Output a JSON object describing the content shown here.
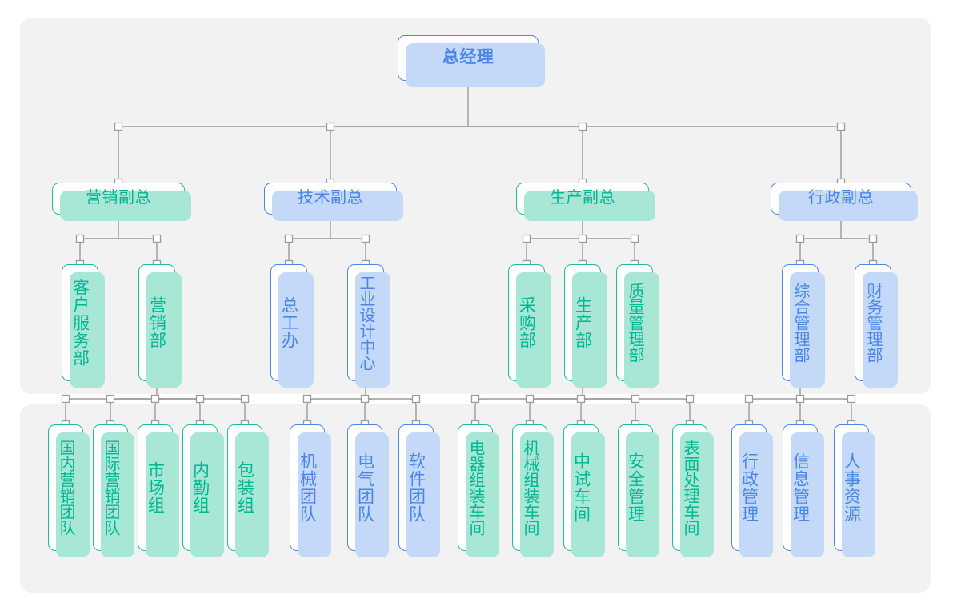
{
  "chart_data": {
    "type": "diagram",
    "diagram_kind": "organization-chart",
    "title": "",
    "orientation": "top-down",
    "colors": {
      "green_border": "#1abc9c",
      "green_text": "#00b894",
      "green_shadow": "#a8e6d5",
      "blue_border": "#4a86e8",
      "blue_text": "#4a86e8",
      "blue_shadow": "#c3d9f7",
      "panel_background": "#f2f2f3",
      "connector": "#9a9a9a",
      "node_fill": "#ffffff"
    },
    "levels": 4,
    "node_count": 28
  },
  "root": {
    "id": "n0",
    "label": "总经理",
    "color": "blue"
  },
  "branches": [
    {
      "id": "b1",
      "label": "营销副总",
      "color": "green",
      "departments": [
        {
          "id": "d1",
          "label": "客户服务部",
          "color": "green"
        },
        {
          "id": "d2",
          "label": "营销部",
          "color": "green"
        }
      ],
      "teams": [
        {
          "id": "t1",
          "label": "国内营销团队",
          "color": "green"
        },
        {
          "id": "t2",
          "label": "国际营销团队",
          "color": "green"
        },
        {
          "id": "t3",
          "label": "市场组",
          "color": "green"
        },
        {
          "id": "t4",
          "label": "内勤组",
          "color": "green"
        },
        {
          "id": "t5",
          "label": "包装组",
          "color": "green"
        }
      ]
    },
    {
      "id": "b2",
      "label": "技术副总",
      "color": "blue",
      "departments": [
        {
          "id": "d3",
          "label": "总工办",
          "color": "blue"
        },
        {
          "id": "d4",
          "label": "工业设计中心",
          "color": "blue"
        }
      ],
      "teams": [
        {
          "id": "t6",
          "label": "机械团队",
          "color": "blue"
        },
        {
          "id": "t7",
          "label": "电气团队",
          "color": "blue"
        },
        {
          "id": "t8",
          "label": "软件团队",
          "color": "blue"
        }
      ]
    },
    {
      "id": "b3",
      "label": "生产副总",
      "color": "green",
      "departments": [
        {
          "id": "d5",
          "label": "采购部",
          "color": "green"
        },
        {
          "id": "d6",
          "label": "生产部",
          "color": "green"
        },
        {
          "id": "d7",
          "label": "质量管理部",
          "color": "green"
        }
      ],
      "teams": [
        {
          "id": "t9",
          "label": "电器组装车间",
          "color": "green"
        },
        {
          "id": "t10",
          "label": "机械组装车间",
          "color": "green"
        },
        {
          "id": "t11",
          "label": "中试车间",
          "color": "green"
        },
        {
          "id": "t12",
          "label": "安全管理",
          "color": "green"
        },
        {
          "id": "t13",
          "label": "表面处理车间",
          "color": "green"
        }
      ]
    },
    {
      "id": "b4",
      "label": "行政副总",
      "color": "blue",
      "departments": [
        {
          "id": "d8",
          "label": "综合管理部",
          "color": "blue"
        },
        {
          "id": "d9",
          "label": "财务管理部",
          "color": "blue"
        }
      ],
      "teams": [
        {
          "id": "t14",
          "label": "行政管理",
          "color": "blue"
        },
        {
          "id": "t15",
          "label": "信息管理",
          "color": "blue"
        },
        {
          "id": "t16",
          "label": "人事资源",
          "color": "blue"
        }
      ]
    }
  ]
}
